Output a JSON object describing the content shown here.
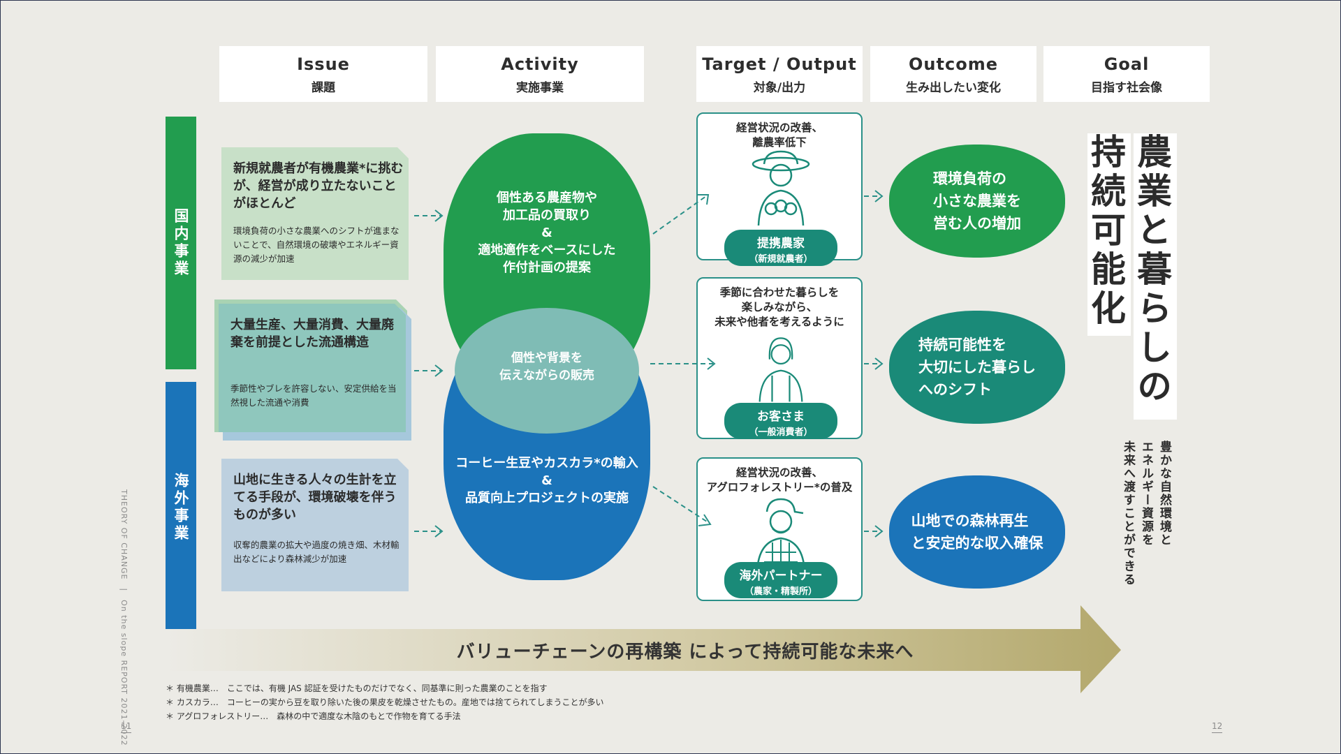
{
  "headers": [
    {
      "en": "Issue",
      "ja": "課題"
    },
    {
      "en": "Activity",
      "ja": "実施事業"
    },
    {
      "en": "Target / Output",
      "ja": "対象/出力"
    },
    {
      "en": "Outcome",
      "ja": "生み出したい変化"
    },
    {
      "en": "Goal",
      "ja": "目指す社会像"
    }
  ],
  "bands": {
    "domestic": "国内事業",
    "overseas": "海外事業"
  },
  "issues": [
    {
      "main": "新規就農者が有機農業*に挑むが、経営が成り立たないことがほとんど",
      "sub": "環境負荷の小さな農業へのシフトが進まないことで、自然環境の破壊やエネルギー資源の減少が加速"
    },
    {
      "main": "大量生産、大量消費、大量廃棄を前提とした流通構造",
      "sub": "季節性やブレを許容しない、安定供給を当然視した流通や消費"
    },
    {
      "main": "山地に生きる人々の生計を立てる手段が、環境破壊を伴うものが多い",
      "sub": "収奪的農業の拡大や過度の焼き畑、木材輸出などにより森林減少が加速"
    }
  ],
  "activities": {
    "green": [
      "個性ある農産物や",
      "加工品の買取り",
      "&",
      "適地適作をベースにした",
      "作付計画の提案"
    ],
    "overlap": [
      "個性や背景を",
      "伝えながらの販売"
    ],
    "blue": [
      "コーヒー生豆やカスカラ*の輸入",
      "&",
      "品質向上プロジェクトの実施"
    ]
  },
  "targets": [
    {
      "desc": [
        "経営状況の改善、",
        "離農率低下"
      ],
      "name": "提携農家",
      "sub": "（新規就農者）"
    },
    {
      "desc": [
        "季節に合わせた暮らしを",
        "楽しみながら、",
        "未来や他者を考えるように"
      ],
      "name": "お客さま",
      "sub": "（一般消費者）"
    },
    {
      "desc": [
        "経営状況の改善、",
        "アグロフォレストリー*の普及"
      ],
      "name": "海外パートナー",
      "sub": "（農家・精製所）"
    }
  ],
  "outcomes": [
    [
      "環境負荷の",
      "小さな農業を",
      "営む人の増加"
    ],
    [
      "持続可能性を",
      "大切にした暮らし",
      "へのシフト"
    ],
    [
      "山地での森林再生",
      "と安定的な収入確保"
    ]
  ],
  "goal": {
    "col1": "農業と暮らしの",
    "col2": "持続可能化",
    "sub1": "豊かな自然環境と",
    "sub2": "エネルギー資源を",
    "sub3": "未来へ渡すことができる"
  },
  "arrow_text": "バリューチェーンの再構築 によって持続可能な未来へ",
  "footnotes": [
    "＊ 有機農業…　ここでは、有機 JAS 認証を受けたものだけでなく、同基準に則った農業のことを指す",
    "＊ カスカラ…　コーヒーの実から豆を取り除いた後の果皮を乾燥させたもの。産地では捨てられてしまうことが多い",
    "＊ アグロフォレストリー…　森林の中で適度な木陰のもとで作物を育てる手法"
  ],
  "side_text": "THEORY OF CHANGE　|　On the slope REPORT 2021-2022",
  "page_left": "11",
  "page_right": "12",
  "colors": {
    "green": "#229d4f",
    "blue": "#1b74b9",
    "teal": "#1a8a78",
    "overlap": "#7fbcb5",
    "gold": "#b3a86c"
  }
}
